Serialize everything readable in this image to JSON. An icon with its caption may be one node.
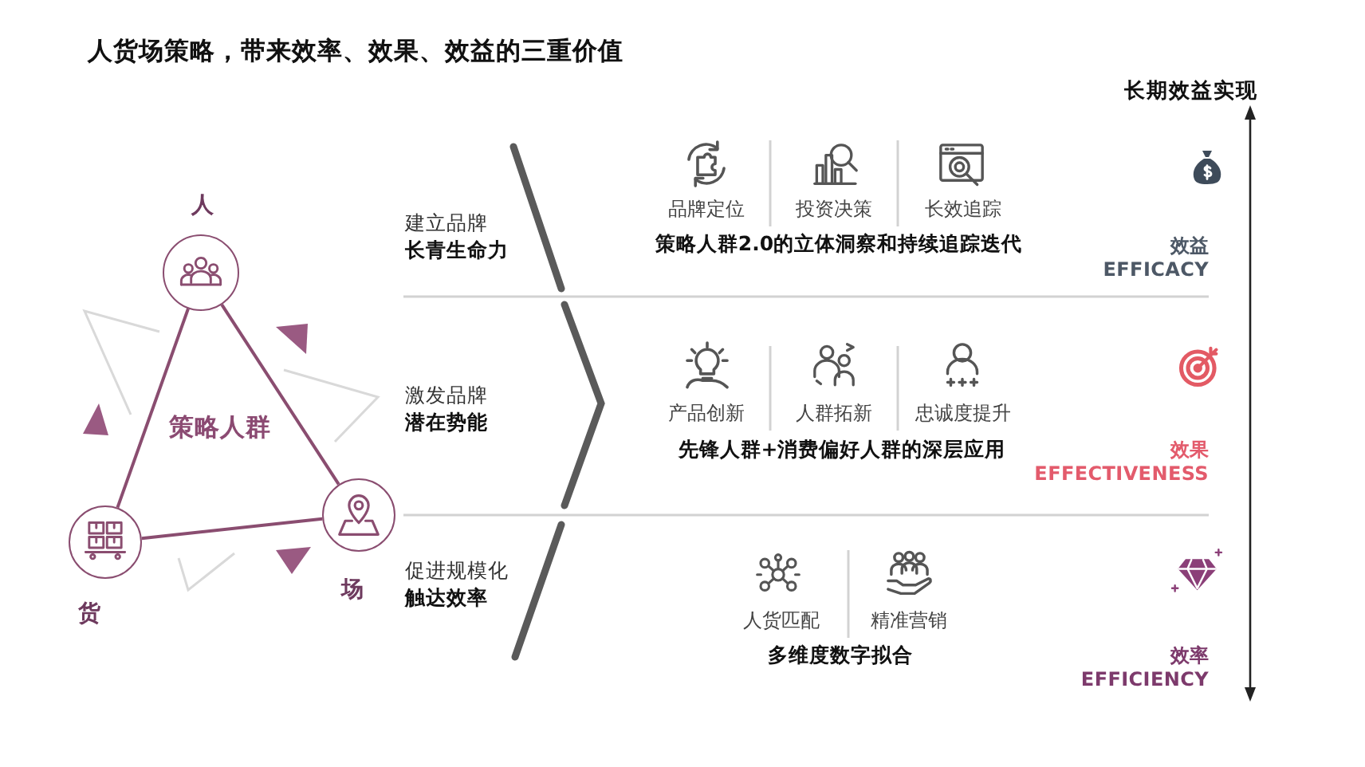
{
  "diagram": {
    "title": "人货场策略，带来效率、效果、效益的三重价值",
    "nodes": [
      {
        "text": [
          "人"
        ]
      },
      {
        "text": [
          "货"
        ]
      },
      {
        "text": [
          "场"
        ]
      }
    ],
    "edges": [
      {
        "from": 0,
        "to": 1,
        "arrow": "none"
      },
      {
        "from": 1,
        "to": 2,
        "arrow": "none"
      },
      {
        "from": 0,
        "to": 2,
        "arrow": "none"
      }
    ],
    "labels": [
      "长期效益实现",
      "策略人群",
      "建立品牌",
      "长青生命力",
      "品牌定位",
      "投资决策",
      "长效追踪",
      "策略人群2.0的立体洞察和持续追踪迭代",
      "效益",
      "EFFICACY",
      "激发品牌",
      "潜在势能",
      "产品创新",
      "人群拓新",
      "忠诚度提升",
      "先锋人群+消费偏好人群的深层应用",
      "效果",
      "EFFECTIVENESS",
      "促进规模化",
      "触达效率",
      "人货匹配",
      "精准营销",
      "多维度数字拟合",
      "效率",
      "EFFICIENCY"
    ]
  }
}
